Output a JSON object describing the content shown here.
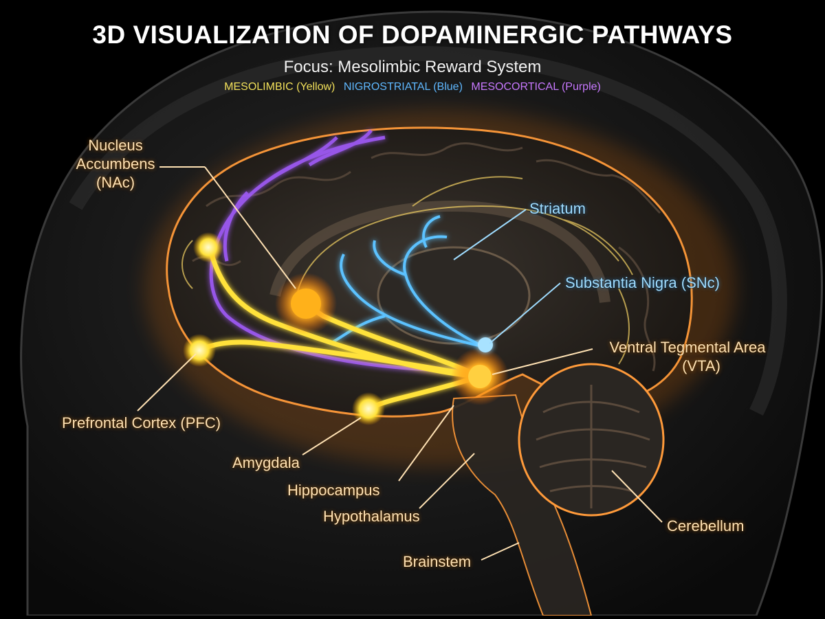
{
  "title": "3D VISUALIZATION OF DOPAMINERGIC PATHWAYS",
  "subtitle": "Focus: Mesolimbic Reward System",
  "legend": [
    {
      "text": "MESOLIMBIC (Yellow)",
      "color": "#f2e05a"
    },
    {
      "text": "NIGROSTRIATAL (Blue)",
      "color": "#5fb8ff"
    },
    {
      "text": "MESOCORTICAL (Purple)",
      "color": "#c879ff"
    }
  ],
  "labels": {
    "nac": {
      "line1": "Nucleus",
      "line2": "Accumbens",
      "line3": "(NAc)"
    },
    "striatum": "Striatum",
    "snc": "Substantia Nigra (SNc)",
    "vta": {
      "line1": "Ventral Tegmental Area",
      "line2": "(VTA)"
    },
    "pfc": "Prefrontal Cortex (PFC)",
    "amygdala": "Amygdala",
    "hippocampus": "Hippocampus",
    "hypothalamus": "Hypothalamus",
    "brainstem": "Brainstem",
    "cerebellum": "Cerebellum"
  },
  "colors": {
    "mesolimbic": "#ffe23a",
    "nigrostriatal": "#5cc2ff",
    "mesocortical": "#a45cff",
    "glow": "#ff9a1e",
    "label": "#ffe2b4"
  }
}
